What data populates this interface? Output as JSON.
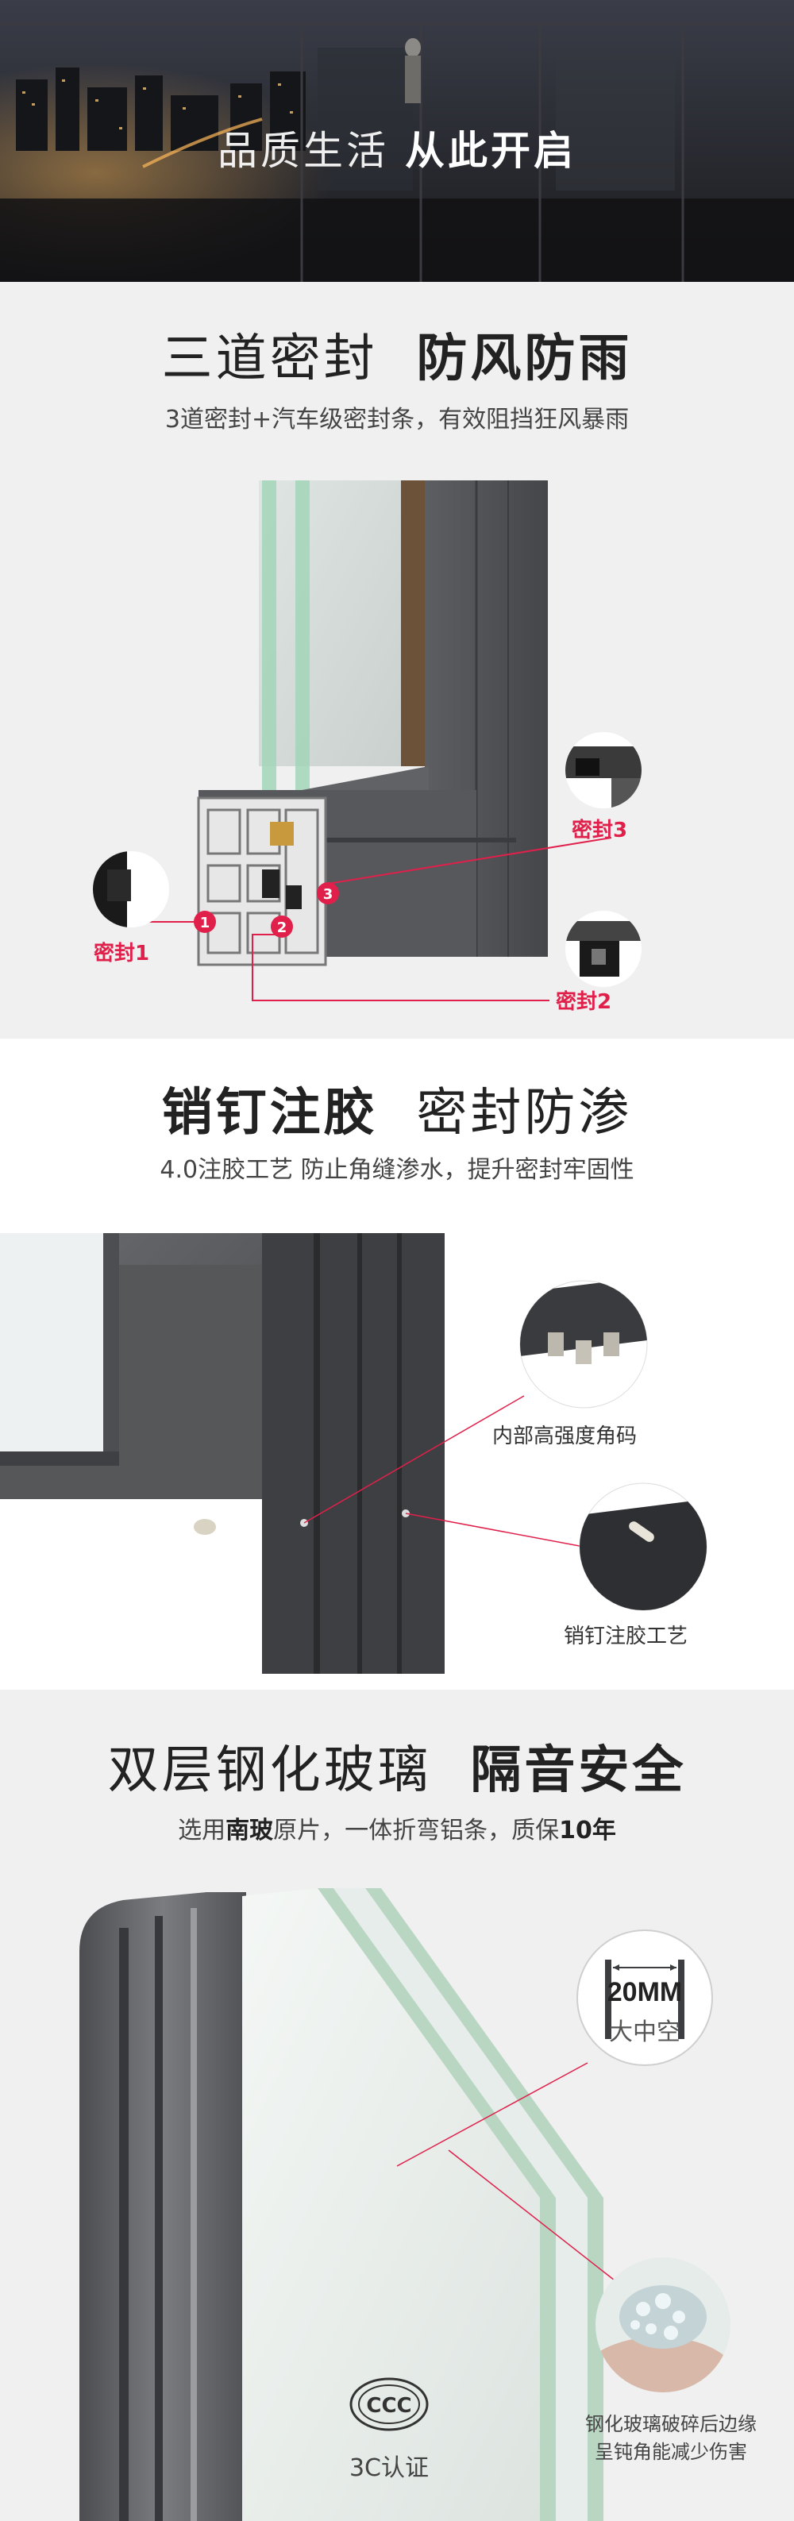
{
  "hero": {
    "title_light": "品质生活",
    "title_bold": "从此开启"
  },
  "seal": {
    "title_light": "三道密封",
    "title_bold": "防风防雨",
    "subtitle": "3道密封+汽车级密封条，有效阻挡狂风暴雨",
    "markers": [
      "1",
      "2",
      "3"
    ],
    "labels": {
      "seal1": "密封1",
      "seal2": "密封2",
      "seal3": "密封3"
    },
    "accent_color": "#e0204a"
  },
  "pin": {
    "title_bold": "销钉注胶",
    "title_light": "密封防渗",
    "subtitle": "4.0注胶工艺 防止角缝渗水，提升密封牢固性",
    "detail1": "内部高强度角码",
    "detail2": "销钉注胶工艺"
  },
  "glass": {
    "title_light": "双层钢化玻璃",
    "title_bold": "隔音安全",
    "subtitle_pre": "选用",
    "subtitle_brand": "南玻",
    "subtitle_mid": "原片，一体折弯铝条，质保",
    "subtitle_years": "10年",
    "gap_size": "20MM",
    "gap_label": "大中空",
    "cert_label": "3C认证",
    "cert_mark": "CCC",
    "shatter_line1": "钢化玻璃破碎后边缘",
    "shatter_line2": "呈钝角能减少伤害"
  }
}
